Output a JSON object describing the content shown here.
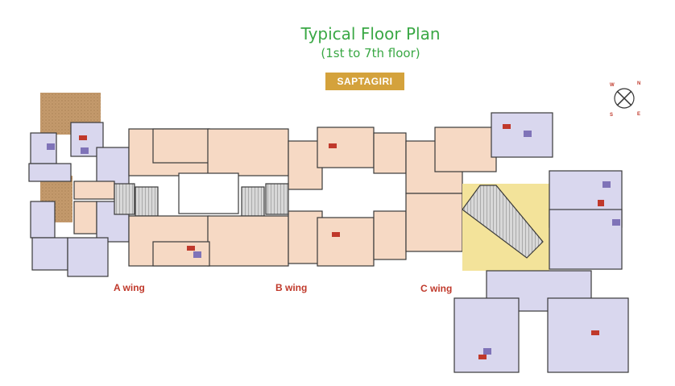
{
  "header": {
    "title": "Typical Floor Plan",
    "subtitle": "(1st to 7th floor)",
    "building_name": "SAPTAGIRI"
  },
  "compass": {
    "letters": [
      "W",
      "N",
      "S",
      "E"
    ]
  },
  "wings": [
    {
      "label": "A wing"
    },
    {
      "label": "B wing"
    },
    {
      "label": "C wing"
    }
  ],
  "colors": {
    "title": "#3aa845",
    "badge": "#d4a23c",
    "wing_label": "#c0392b",
    "living_area": "#f6d9c4",
    "bedroom_area": "#d9d7ee",
    "terrace": "#c49a6c",
    "stair_core": "#f3e39a",
    "wall": "#3a3a3a"
  }
}
